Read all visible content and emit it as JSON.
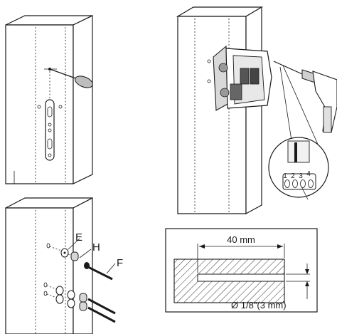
{
  "labels": {
    "part_e": "E",
    "part_h": "H",
    "part_f": "F",
    "slot_1": "1",
    "slot_2": "2",
    "slot_3": "3",
    "slot_4": "4",
    "dim_length": "40 mm",
    "dim_diameter": "Ø 1/8\"(3 mm)"
  },
  "colors": {
    "line": "#1a1a1a",
    "background": "#ffffff"
  }
}
